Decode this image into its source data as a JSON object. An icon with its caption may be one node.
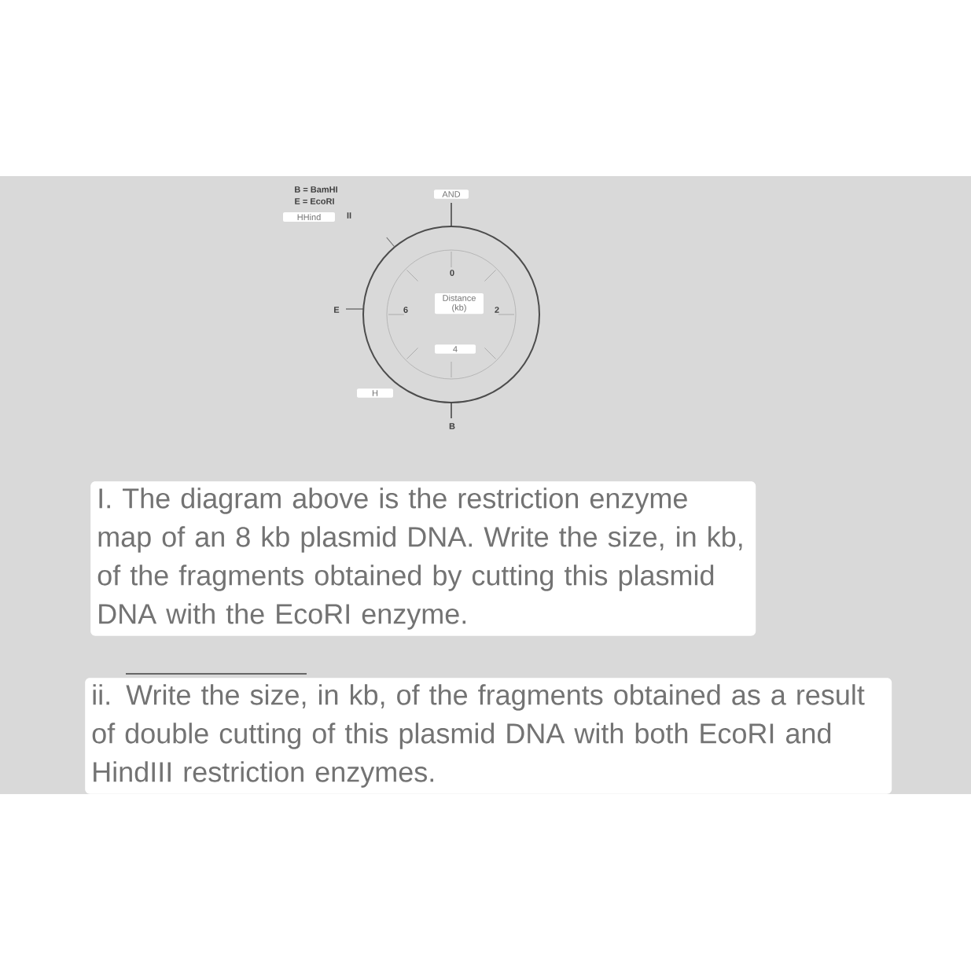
{
  "diagram": {
    "labels": [
      "B = BamHI",
      "E = EcoRI",
      "HHind",
      "II",
      "AND",
      "0",
      "E",
      "6",
      "Distance (kb)",
      "2",
      "4",
      "H",
      "B",
      "I. The diagram above is the restriction enzyme map of an 8 kb plasmid DNA. Write the size, in kb, of the fragments obtained by cutting this plasmid DNA with the EcoRI enzyme.",
      "ii. Write the size, in kb, of the fragments obtained as a result of double cutting of this plasmid DNA with both EcoRI and HindIII restriction enzymes."
    ]
  }
}
